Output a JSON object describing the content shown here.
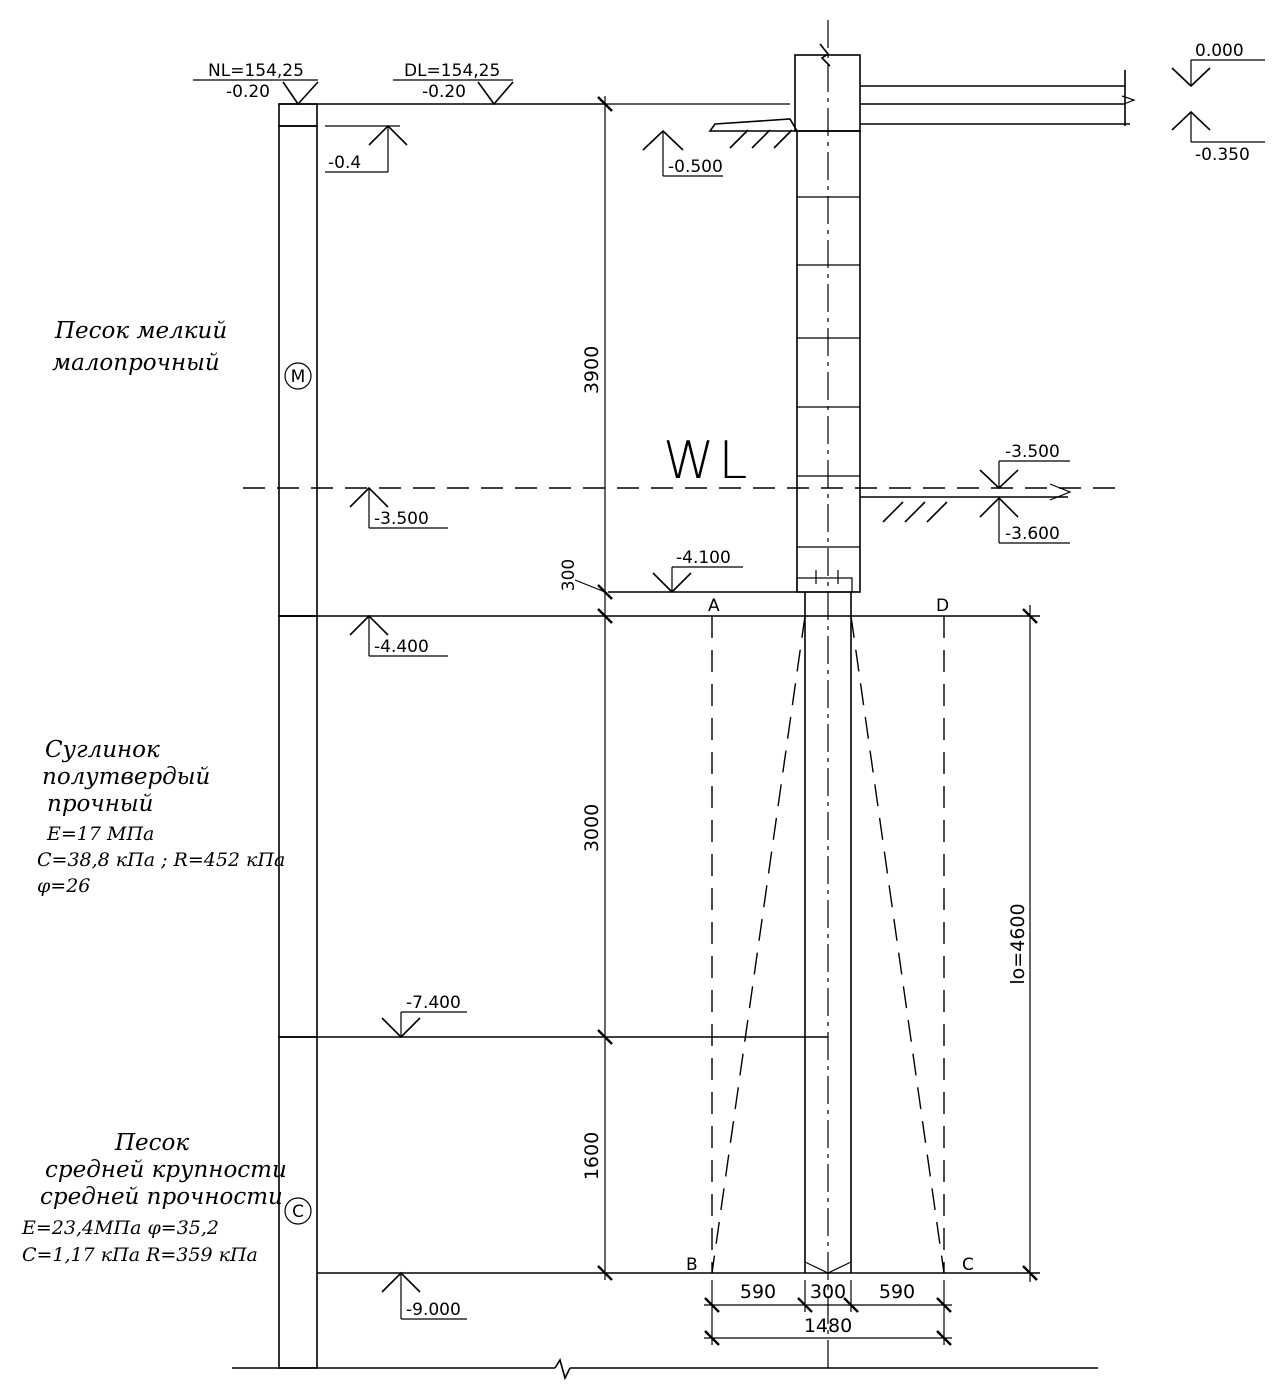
{
  "marks": {
    "nl": "NL=154,25",
    "nl_rel": "-0.20",
    "dl": "DL=154,25",
    "dl_rel": "-0.20",
    "m_04": "-0.4",
    "m_0500": "-0.500",
    "m_0000": "0.000",
    "m_0350": "-0.350",
    "m_3500_left": "-3.500",
    "m_3500_right": "-3.500",
    "m_3600": "-3.600",
    "m_4100": "-4.100",
    "m_4400": "-4.400",
    "m_7400": "-7.400",
    "m_9000": "-9.000"
  },
  "dims": {
    "d3900": "3900",
    "d300_top": "300",
    "d3000": "3000",
    "d1600": "1600",
    "lo": "lo=4600",
    "d590_left": "590",
    "d300_bottom": "300",
    "d590_right": "590",
    "d1480": "1480"
  },
  "points": {
    "a": "A",
    "b": "B",
    "c": "C",
    "d": "D"
  },
  "water_level": "WL",
  "layers": [
    {
      "marker": "M",
      "name_lines": [
        "Песок мелкий",
        "малопрочный"
      ],
      "props": []
    },
    {
      "marker": "",
      "name_lines": [
        "Суглинок",
        "полутвердый",
        "прочный"
      ],
      "props": [
        "E=17 МПа",
        "C=38,8 кПа ; R=452 кПа",
        "φ=26"
      ]
    },
    {
      "marker": "C",
      "name_lines": [
        "Песок",
        "средней крупности",
        "средней прочности"
      ],
      "props": [
        "E=23,4МПа   φ=35,2",
        "C=1,17 кПа    R=359  кПа"
      ]
    }
  ]
}
